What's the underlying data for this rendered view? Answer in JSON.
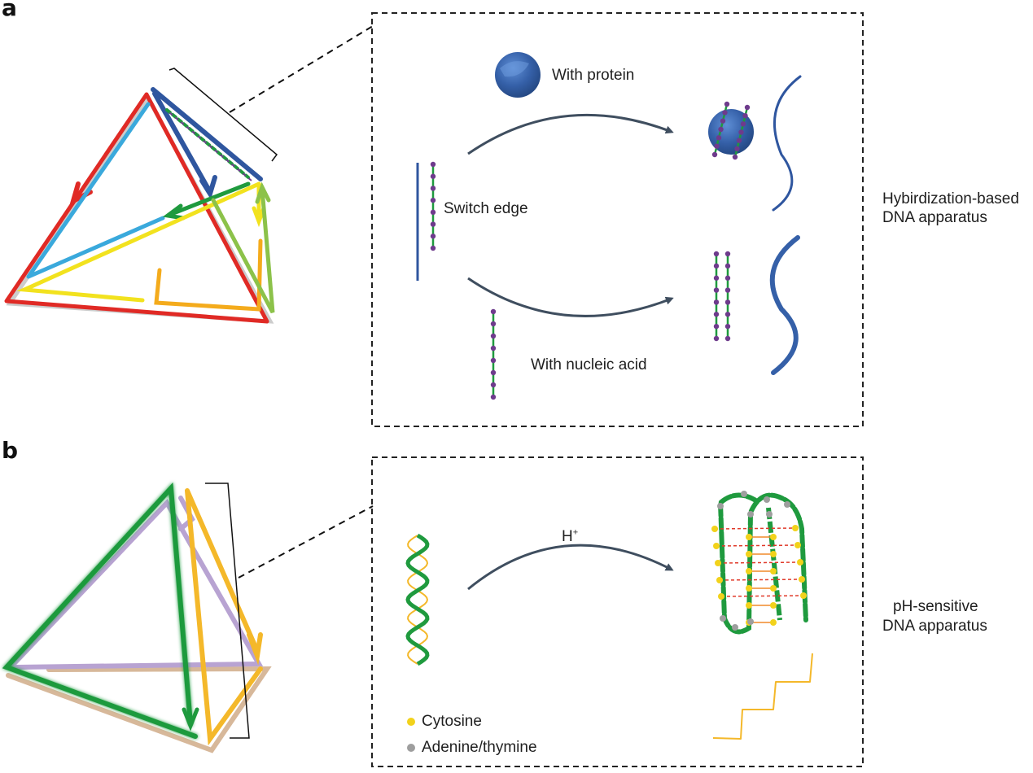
{
  "panels": [
    {
      "label": "a",
      "switch_label": "Switch edge",
      "protein_label": "With protein",
      "nucleic_label": "With nucleic acid",
      "apparatus_line1": "Hybirdization-based",
      "apparatus_line2": "DNA apparatus"
    },
    {
      "label": "b",
      "stimulus_label": "H",
      "stimulus_sup": "+",
      "apparatus_line1": "pH-sensitive",
      "apparatus_line2": "DNA apparatus",
      "legend": [
        {
          "label": "Cytosine",
          "color": "#f2d21b"
        },
        {
          "label": "Adenine/thymine",
          "color": "#9e9e9e"
        }
      ]
    }
  ],
  "colors": {
    "red": "#e02a25",
    "light_blue": "#3aa9dc",
    "dark_blue": "#2f569f",
    "yellow": "#f2e21e",
    "orange": "#f4ab1c",
    "light_green": "#8cc24a",
    "green": "#1f9a3e",
    "purple": "#6e3b8c",
    "lavender": "#b8a3d2",
    "tan": "#d7b89a",
    "arrow": "#3f4e5f",
    "protein": "#3560a8"
  }
}
